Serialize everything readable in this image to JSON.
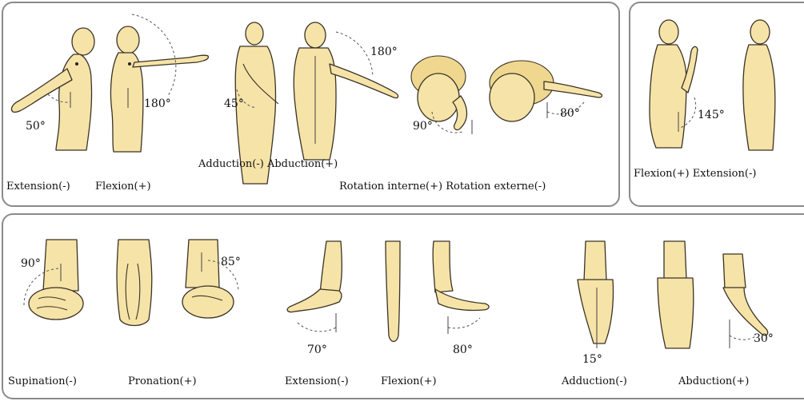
{
  "shoulder": {
    "labels": {
      "extension": "Extension(-)",
      "flexion": "Flexion(+)",
      "adduction_abduction": "Adduction(-) Abduction(+)",
      "rotation": "Rotation interne(+) Rotation externe(-)"
    },
    "angles": {
      "extension": "50°",
      "flexion": "180°",
      "adduction": "45°",
      "abduction": "180°",
      "internal_rotation": "90°",
      "external_rotation": "80°"
    }
  },
  "elbow": {
    "labels": {
      "flexion_extension": "Flexion(+) Extension(-)"
    },
    "angles": {
      "flexion": "145°"
    }
  },
  "forearm_wrist": {
    "labels": {
      "supination": "Supination(-)",
      "pronation": "Pronation(+)",
      "extension": "Extension(-)",
      "flexion": "Flexion(+)",
      "adduction": "Adduction(-)",
      "abduction": "Abduction(+)"
    },
    "angles": {
      "supination": "90°",
      "pronation": "85°",
      "extension": "70°",
      "flexion": "80°",
      "adduction": "15°",
      "abduction": "30°"
    }
  }
}
